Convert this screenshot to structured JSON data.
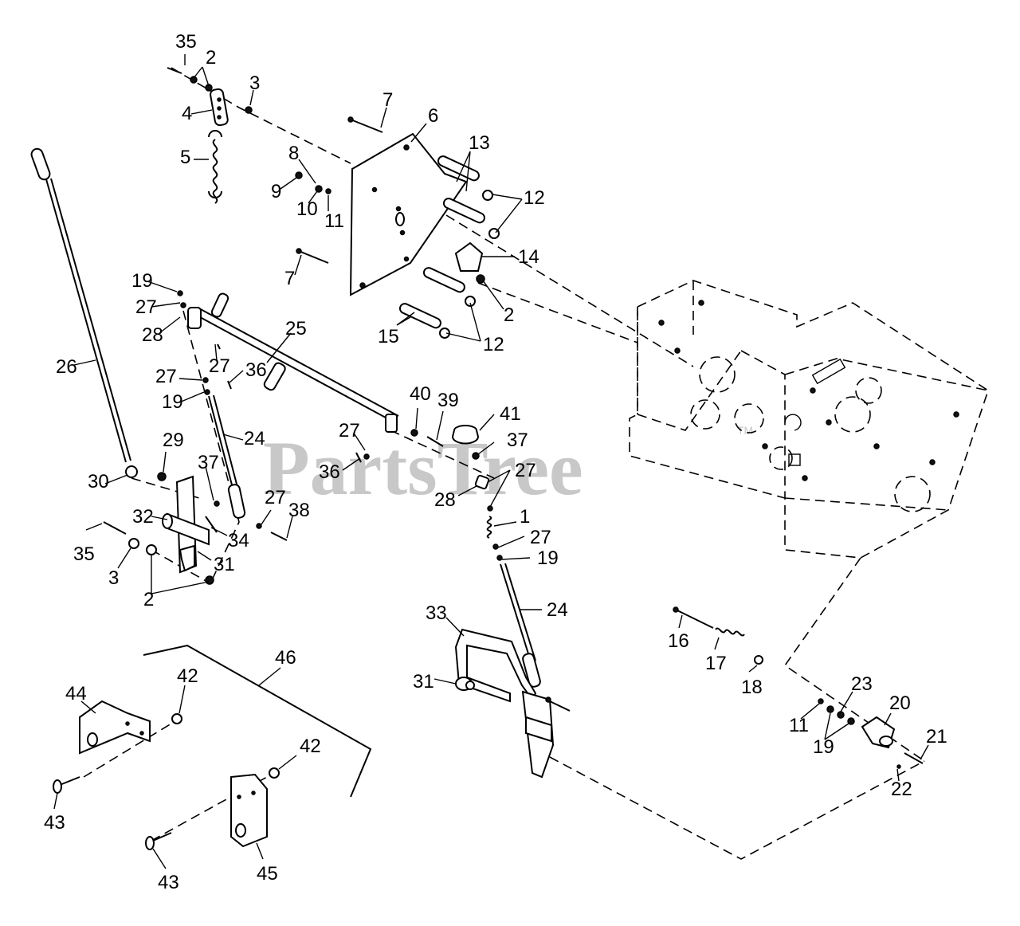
{
  "watermark": {
    "text": "PartsTree",
    "trademark": "TM"
  },
  "callouts": [
    {
      "id": "c35a",
      "text": "35"
    },
    {
      "id": "c2a",
      "text": "2"
    },
    {
      "id": "c3a",
      "text": "3"
    },
    {
      "id": "c4",
      "text": "4"
    },
    {
      "id": "c5",
      "text": "5"
    },
    {
      "id": "c7a",
      "text": "7"
    },
    {
      "id": "c6",
      "text": "6"
    },
    {
      "id": "c13",
      "text": "13"
    },
    {
      "id": "c8",
      "text": "8"
    },
    {
      "id": "c9",
      "text": "9"
    },
    {
      "id": "c10",
      "text": "10"
    },
    {
      "id": "c11a",
      "text": "11"
    },
    {
      "id": "c12a",
      "text": "12"
    },
    {
      "id": "c14",
      "text": "14"
    },
    {
      "id": "c7b",
      "text": "7"
    },
    {
      "id": "c2b",
      "text": "2"
    },
    {
      "id": "c15",
      "text": "15"
    },
    {
      "id": "c12b",
      "text": "12"
    },
    {
      "id": "c19a",
      "text": "19"
    },
    {
      "id": "c27a",
      "text": "27"
    },
    {
      "id": "c28a",
      "text": "28"
    },
    {
      "id": "c25",
      "text": "25"
    },
    {
      "id": "c26",
      "text": "26"
    },
    {
      "id": "c27b",
      "text": "27"
    },
    {
      "id": "c27c",
      "text": "27"
    },
    {
      "id": "c36a",
      "text": "36"
    },
    {
      "id": "c19b",
      "text": "19"
    },
    {
      "id": "c24a",
      "text": "24"
    },
    {
      "id": "c40",
      "text": "40"
    },
    {
      "id": "c39",
      "text": "39"
    },
    {
      "id": "c41",
      "text": "41"
    },
    {
      "id": "c27d",
      "text": "27"
    },
    {
      "id": "c37a",
      "text": "37"
    },
    {
      "id": "c36b",
      "text": "36"
    },
    {
      "id": "c27e",
      "text": "27"
    },
    {
      "id": "c28b",
      "text": "28"
    },
    {
      "id": "c29",
      "text": "29"
    },
    {
      "id": "c30",
      "text": "30"
    },
    {
      "id": "c37b",
      "text": "37"
    },
    {
      "id": "c32",
      "text": "32"
    },
    {
      "id": "c34",
      "text": "34"
    },
    {
      "id": "c27f",
      "text": "27"
    },
    {
      "id": "c38",
      "text": "38"
    },
    {
      "id": "c35b",
      "text": "35"
    },
    {
      "id": "c3b",
      "text": "3"
    },
    {
      "id": "c31a",
      "text": "31"
    },
    {
      "id": "c2c",
      "text": "2"
    },
    {
      "id": "c1",
      "text": "1"
    },
    {
      "id": "c27g",
      "text": "27"
    },
    {
      "id": "c19c",
      "text": "19"
    },
    {
      "id": "c24b",
      "text": "24"
    },
    {
      "id": "c33",
      "text": "33"
    },
    {
      "id": "c31b",
      "text": "31"
    },
    {
      "id": "c16",
      "text": "16"
    },
    {
      "id": "c17",
      "text": "17"
    },
    {
      "id": "c18",
      "text": "18"
    },
    {
      "id": "c23",
      "text": "23"
    },
    {
      "id": "c20",
      "text": "20"
    },
    {
      "id": "c11b",
      "text": "11"
    },
    {
      "id": "c19d",
      "text": "19"
    },
    {
      "id": "c21",
      "text": "21"
    },
    {
      "id": "c22",
      "text": "22"
    },
    {
      "id": "c46",
      "text": "46"
    },
    {
      "id": "c44",
      "text": "44"
    },
    {
      "id": "c42a",
      "text": "42"
    },
    {
      "id": "c42b",
      "text": "42"
    },
    {
      "id": "c43a",
      "text": "43"
    },
    {
      "id": "c45",
      "text": "45"
    },
    {
      "id": "c43b",
      "text": "43"
    }
  ]
}
